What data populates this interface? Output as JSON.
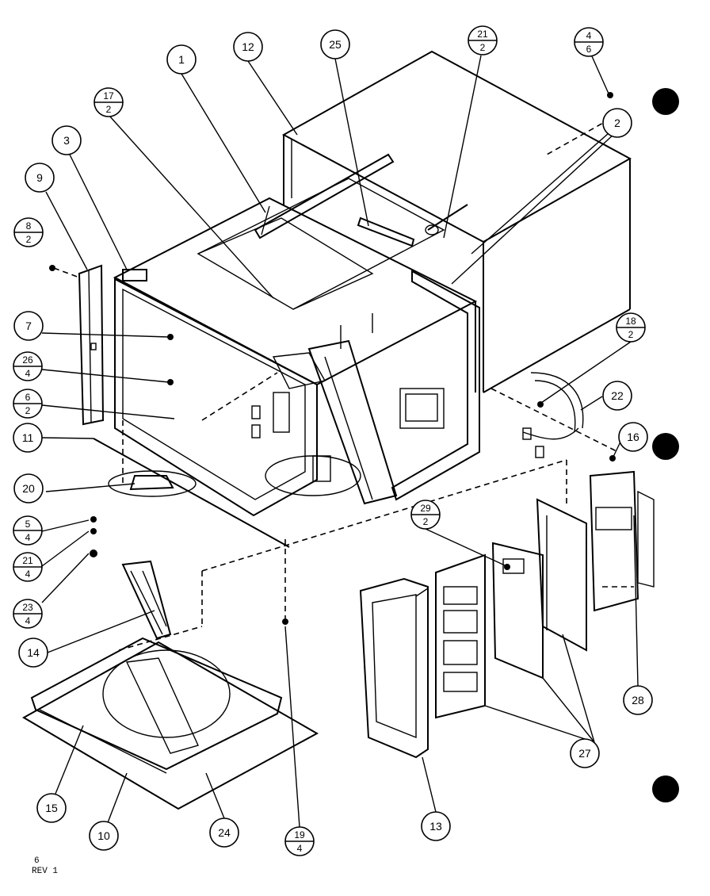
{
  "diagram": {
    "callouts": [
      {
        "id": "c1",
        "top": "1"
      },
      {
        "id": "c12",
        "top": "12"
      },
      {
        "id": "c25",
        "top": "25"
      },
      {
        "id": "c21-2",
        "top": "21",
        "bottom": "2"
      },
      {
        "id": "c4-6",
        "top": "4",
        "bottom": "6"
      },
      {
        "id": "c17-2",
        "top": "17",
        "bottom": "2"
      },
      {
        "id": "c3",
        "top": "3"
      },
      {
        "id": "c2",
        "top": "2"
      },
      {
        "id": "c9",
        "top": "9"
      },
      {
        "id": "c8-2",
        "top": "8",
        "bottom": "2"
      },
      {
        "id": "c7",
        "top": "7"
      },
      {
        "id": "c26-4",
        "top": "26",
        "bottom": "4"
      },
      {
        "id": "c6-2",
        "top": "6",
        "bottom": "2"
      },
      {
        "id": "c18-2",
        "top": "18",
        "bottom": "2"
      },
      {
        "id": "c22",
        "top": "22"
      },
      {
        "id": "c16",
        "top": "16"
      },
      {
        "id": "c11",
        "top": "11"
      },
      {
        "id": "c20",
        "top": "20"
      },
      {
        "id": "c5-4",
        "top": "5",
        "bottom": "4"
      },
      {
        "id": "c21-4",
        "top": "21",
        "bottom": "4"
      },
      {
        "id": "c23-4",
        "top": "23",
        "bottom": "4"
      },
      {
        "id": "c29-2",
        "top": "29",
        "bottom": "2"
      },
      {
        "id": "c14",
        "top": "14"
      },
      {
        "id": "c28",
        "top": "28"
      },
      {
        "id": "c27",
        "top": "27"
      },
      {
        "id": "c15",
        "top": "15"
      },
      {
        "id": "c10",
        "top": "10"
      },
      {
        "id": "c24",
        "top": "24"
      },
      {
        "id": "c19-4",
        "top": "19",
        "bottom": "4"
      },
      {
        "id": "c13",
        "top": "13"
      }
    ],
    "footer": {
      "line1": "6",
      "line2": "REV 1"
    }
  }
}
